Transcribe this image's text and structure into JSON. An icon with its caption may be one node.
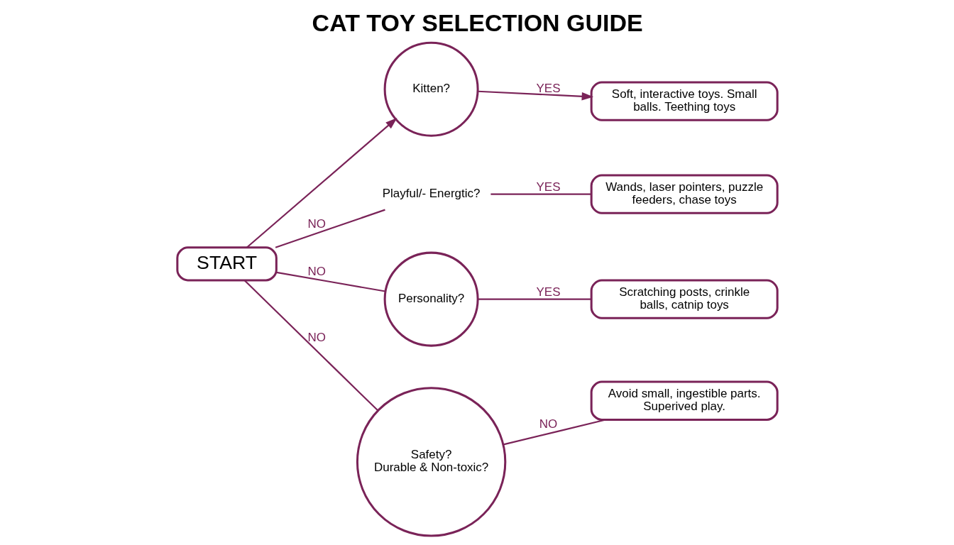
{
  "diagram": {
    "title": "CAT TOY SELECTION GUIDE",
    "nodes": [
      {
        "text": [
          "START"
        ]
      },
      {
        "text": [
          "Kitten?"
        ]
      },
      {
        "text": [
          "Playful/- Energtic?"
        ]
      },
      {
        "text": [
          "Personality?"
        ]
      },
      {
        "text": [
          "Safety?",
          "Durable & Non-toxic?"
        ]
      },
      {
        "text": [
          "Soft, interactive toys. Small balls. Teething toys"
        ]
      },
      {
        "text": [
          "Wands, laser pointers, puzzle feeders, chase toys"
        ]
      },
      {
        "text": [
          "Scratching posts, crinkle balls, catnip toys"
        ]
      },
      {
        "text": [
          "Avoid small, ingestible parts. Superived play."
        ]
      }
    ],
    "edges": [
      {
        "from": 0,
        "to": 1,
        "arrow": "to"
      },
      {
        "from": 0,
        "to": 2,
        "arrow": "none",
        "label": "NO"
      },
      {
        "from": 0,
        "to": 3,
        "arrow": "none",
        "label": "NO"
      },
      {
        "from": 0,
        "to": 4,
        "arrow": "none",
        "label": "NO"
      },
      {
        "from": 1,
        "to": 5,
        "arrow": "to",
        "label": "YES"
      },
      {
        "from": 2,
        "to": 6,
        "arrow": "none",
        "label": "YES"
      },
      {
        "from": 3,
        "to": 7,
        "arrow": "none",
        "label": "YES"
      },
      {
        "from": 4,
        "to": 8,
        "arrow": "none",
        "label": "NO"
      }
    ]
  }
}
